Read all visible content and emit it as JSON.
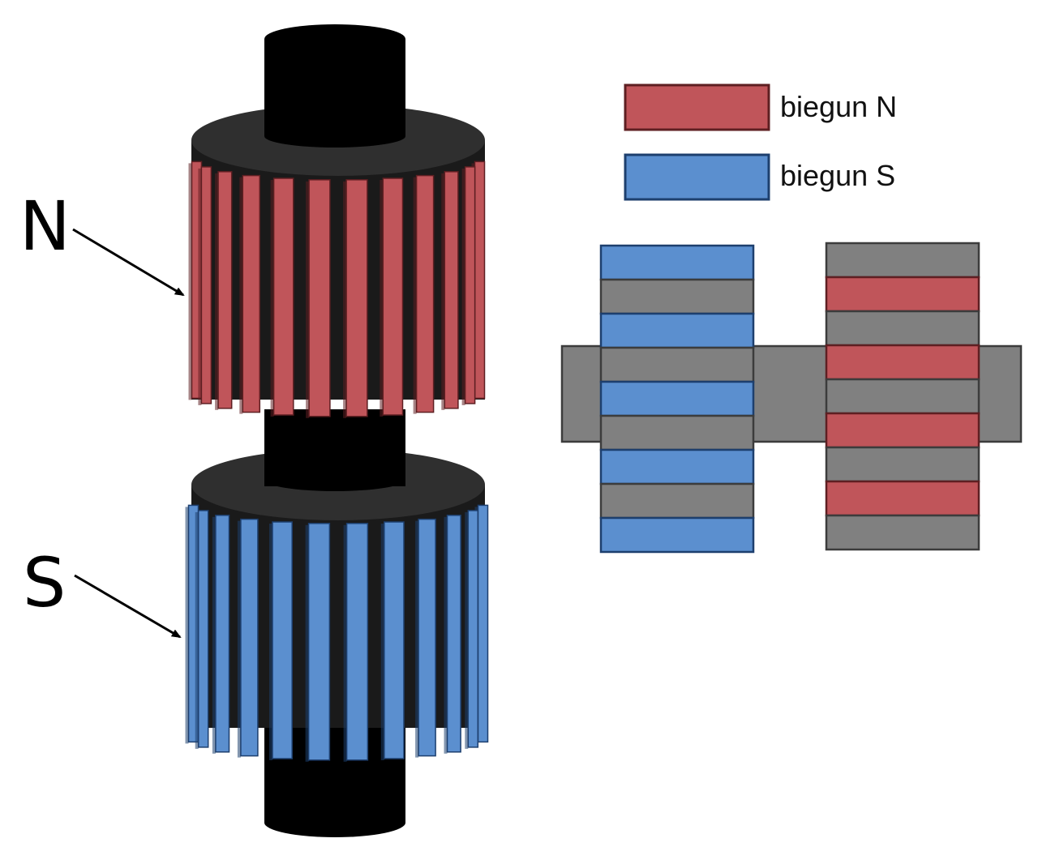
{
  "labels": {
    "north_pole": "N",
    "south_pole": "S"
  },
  "legend": [
    {
      "label": "biegun N",
      "color": "#c0555a"
    },
    {
      "label": "biegun S",
      "color": "#5b8fcf"
    }
  ],
  "colors": {
    "north": "#c0555a",
    "north_border": "#5e1f22",
    "south": "#5b8fcf",
    "south_border": "#1d3f6e",
    "core": "#808080",
    "core_border": "#3c3c3c",
    "shaft": "#000000",
    "disk": "#2f2f2f"
  },
  "cross_section": {
    "left_stack": [
      "S",
      "core",
      "S",
      "core",
      "S",
      "core",
      "S",
      "core",
      "S"
    ],
    "right_stack": [
      "core",
      "N",
      "core",
      "N",
      "core",
      "N",
      "core",
      "N",
      "core"
    ]
  }
}
